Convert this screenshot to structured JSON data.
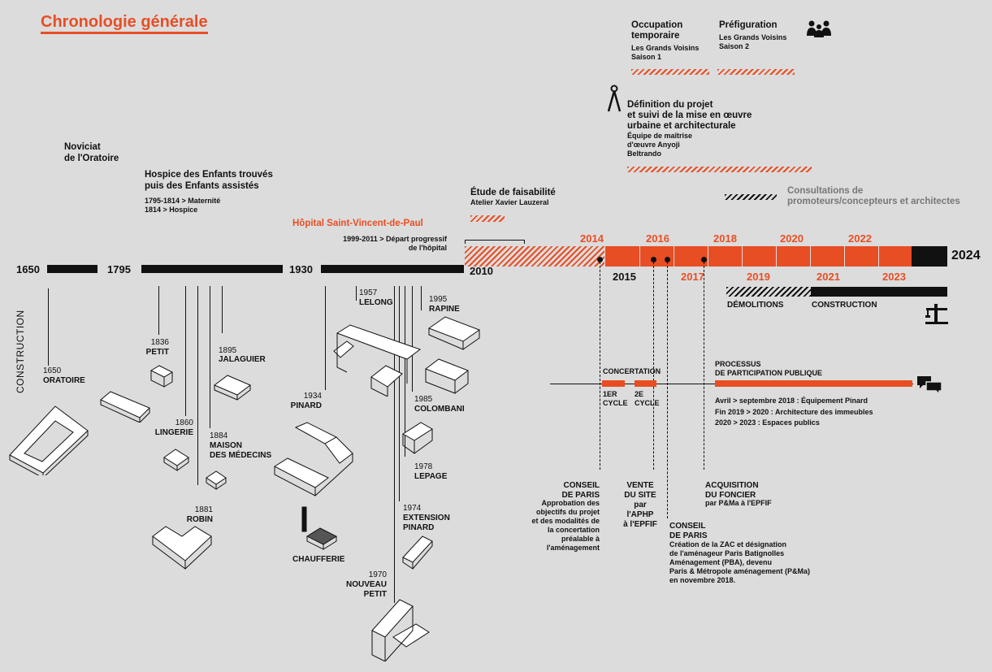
{
  "title": "Chronologie générale",
  "left_years": [
    "1650",
    "1795",
    "1930",
    "2010"
  ],
  "axis_label": "CONSTRUCTION",
  "eras": {
    "noviciat": "Noviciat\nde l'Oratoire",
    "hospice": "Hospice des Enfants trouvés\npuis des Enfants assistés",
    "hospice_detail": "1795-1814 > Maternité\n1814 > Hospice",
    "hopital": "Hôpital Saint-Vincent-de-Paul",
    "hopital_detail": "1999-2011 > Départ progressif\nde l'hôpital"
  },
  "etude": {
    "title": "Étude de faisabilité",
    "sub": "Atelier Xavier Lauzeral"
  },
  "occupation": {
    "title": "Occupation\ntemporaire",
    "sub": "Les Grands Voisins\nSaison 1"
  },
  "prefiguration": {
    "title": "Préfiguration",
    "sub": "Les Grands Voisins\nSaison 2"
  },
  "definition": {
    "title": "Définition du projet\net suivi de la mise en œuvre\nurbaine et architecturale",
    "sub": "Équipe de maîtrise\nd'œuvre Anyoji\nBeltrando"
  },
  "consultations": "Consultations de\npromoteurs/concepteurs et architectes",
  "top_years": [
    "2014",
    "2016",
    "2018",
    "2020",
    "2022"
  ],
  "bottom_years": [
    "2015",
    "2017",
    "2019",
    "2021",
    "2023"
  ],
  "end_year": "2024",
  "phases": {
    "demolitions": "DÉMOLITIONS",
    "construction": "CONSTRUCTION"
  },
  "concertation": {
    "title": "CONCERTATION",
    "cycle1": "1ER\nCYCLE",
    "cycle2": "2E\nCYCLE"
  },
  "processus": {
    "title": "PROCESSUS\nDE PARTICIPATION PUBLIQUE",
    "items": [
      "Avril > septembre 2018 : Équipement Pinard",
      "Fin 2019 > 2020 : Architecture des immeubles",
      "2020 > 2023 : Espaces publics"
    ]
  },
  "events": {
    "conseil1_title": "CONSEIL\nDE PARIS",
    "conseil1_text": "Approbation des\nobjectifs du projet\net des modalités de\nla concertation\npréalable à\nl'aménagement",
    "vente": "VENTE\nDU SITE\npar\nl'APHP\nà l'EPFIF",
    "conseil2_title": "CONSEIL\nDE PARIS",
    "conseil2_text": "Création de la ZAC et désignation\nde l'aménageur Paris Batignolles\nAménagement (PBA), devenu\nParis & Métropole aménagement (P&Ma)\nen novembre 2018.",
    "acquisition_title": "ACQUISITION\nDU FONCIER",
    "acquisition_text": "par P&Ma à l'EPFIF"
  },
  "buildings": [
    {
      "year": "1650",
      "name": "ORATOIRE"
    },
    {
      "year": "1836",
      "name": "PETIT"
    },
    {
      "year": "1860",
      "name": "LINGERIE"
    },
    {
      "year": "1895",
      "name": "JALAGUIER"
    },
    {
      "year": "1884",
      "name": "MAISON\nDES MÉDECINS"
    },
    {
      "year": "1881",
      "name": "ROBIN"
    },
    {
      "year": "1957",
      "name": "LELONG"
    },
    {
      "year": "1995",
      "name": "RAPINE"
    },
    {
      "year": "1934",
      "name": "PINARD"
    },
    {
      "year": "1985",
      "name": "COLOMBANI"
    },
    {
      "year": "1978",
      "name": "LEPAGE"
    },
    {
      "year": "1974",
      "name": "EXTENSION\nPINARD"
    },
    {
      "year": "",
      "name": "CHAUFFERIE"
    },
    {
      "year": "1970",
      "name": "NOUVEAU\nPETIT"
    }
  ],
  "colors": {
    "accent": "#e84e24",
    "background": "#dcdcdc",
    "ink": "#111111"
  }
}
